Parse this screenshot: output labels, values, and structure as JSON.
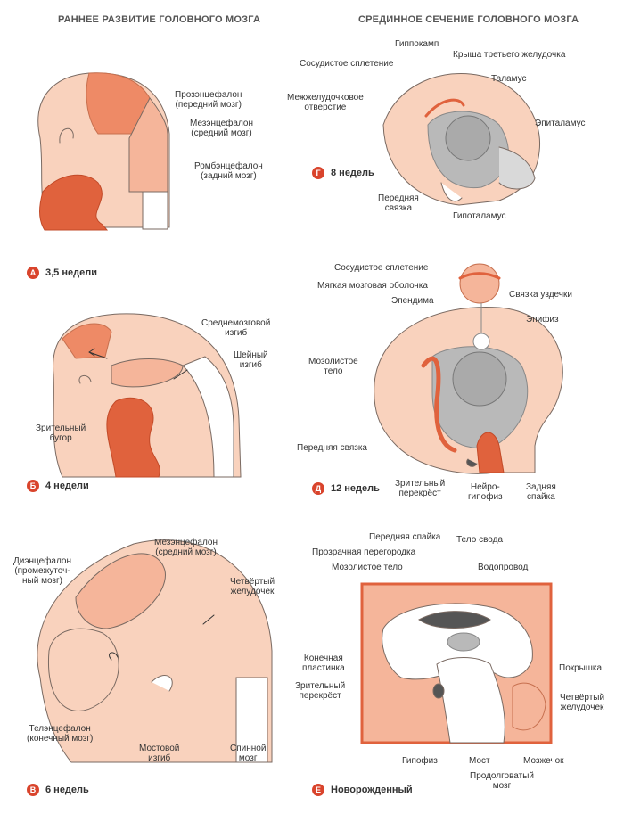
{
  "headers": {
    "left": "РАННЕЕ РАЗВИТИЕ ГОЛОВНОГО МОЗГА",
    "right": "СРЕДИННОЕ СЕЧЕНИЕ ГОЛОВНОГО МОЗГА"
  },
  "stages": {
    "a": {
      "letter": "А",
      "label": "3,5 недели"
    },
    "b": {
      "letter": "Б",
      "label": "4 недели"
    },
    "v": {
      "letter": "В",
      "label": "6 недель"
    },
    "g": {
      "letter": "Г",
      "label": "8 недель"
    },
    "d": {
      "letter": "Д",
      "label": "12 недель"
    },
    "e": {
      "letter": "Е",
      "label": "Новорожденный"
    }
  },
  "labels_a": {
    "prosencephalon": "Прозэнцефалон\n(передний мозг)",
    "mesencephalon": "Мезэнцефалон\n(средний мозг)",
    "rhombencephalon": "Ромбэнцефалон\n(задний мозг)"
  },
  "labels_b": {
    "midbrain_flexure": "Среднемозговой\nизгиб",
    "cervical_flexure": "Шейный\nизгиб",
    "optic_cup": "Зрительный\nбугор"
  },
  "labels_v": {
    "diencephalon": "Диэнцефалон\n(промежуточ-\nный мозг)",
    "mesencephalon": "Мезэнцефалон\n(средний мозг)",
    "fourth_ventricle": "Четвёртый\nжелудочек",
    "telencephalon": "Телэнцефалон\n(конечный мозг)",
    "pontine_flexure": "Мостовой\nизгиб",
    "spinal_cord": "Спинной\nмозг"
  },
  "labels_g": {
    "hippocampus": "Гиппокамп",
    "choroid_plexus": "Сосудистое сплетение",
    "roof_third_ventricle": "Крыша третьего желудочка",
    "thalamus": "Таламус",
    "interventricular_foramen": "Межжелудочковое\nотверстие",
    "epithalamus": "Эпиталамус",
    "anterior_commissure": "Передняя\nсвязка",
    "hypothalamus": "Гипоталамус"
  },
  "labels_d": {
    "choroid_plexus": "Сосудистое сплетение",
    "pia_mater": "Мягкая мозговая оболочка",
    "ependyma": "Эпендима",
    "habenular_commissure": "Связка уздечки",
    "pineal": "Эпифиз",
    "corpus_callosum": "Мозолистое\nтело",
    "anterior_commissure": "Передняя связка",
    "optic_chiasm": "Зрительный\nперекрёст",
    "neurohypophysis": "Нейро-\nгипофиз",
    "posterior_commissure": "Задняя\nспайка"
  },
  "labels_e": {
    "anterior_commissure": "Передняя спайка",
    "fornix": "Тело свода",
    "septum_pellucidum": "Прозрачная перегородка",
    "corpus_callosum": "Мозолистое тело",
    "aqueduct": "Водопровод",
    "lamina_terminalis": "Конечная\nпластинка",
    "tectum": "Покрышка",
    "optic_chiasm": "Зрительный\nперекрёст",
    "fourth_ventricle": "Четвёртый\nжелудочек",
    "pituitary": "Гипофиз",
    "pons": "Мост",
    "cerebellum": "Мозжечок",
    "medulla": "Продолговатый\nмозг"
  },
  "colors": {
    "light": "#f9d2bd",
    "mid": "#f5b59a",
    "dark": "#ee8a66",
    "accent": "#e0623d",
    "grey": "#b9b9b9",
    "darkgrey": "#555555",
    "badge": "#d9442c"
  }
}
